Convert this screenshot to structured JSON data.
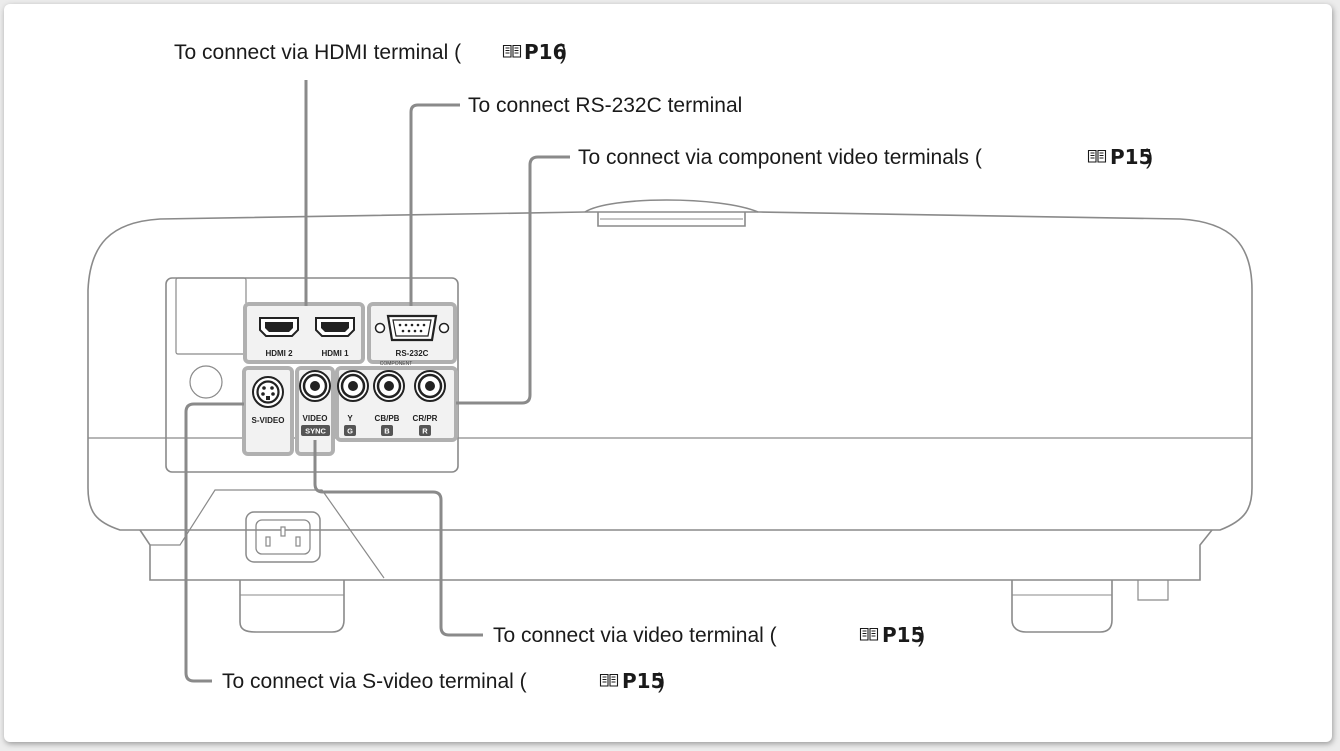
{
  "callouts": {
    "hdmi": {
      "text": "To connect via HDMI terminal (",
      "ref": "P16",
      "close": ")"
    },
    "rs232c": {
      "text": "To connect RS-232C terminal"
    },
    "component": {
      "text": "To connect via component video terminals (",
      "ref": "P15",
      "close": ")"
    },
    "video": {
      "text": "To connect via video terminal (",
      "ref": "P15",
      "close": ")"
    },
    "svideo": {
      "text": "To connect via S-video terminal (",
      "ref": "P15",
      "close": ")"
    }
  },
  "ports": {
    "hdmi2": "HDMI 2",
    "hdmi1": "HDMI 1",
    "rs232c": "RS-232C",
    "svideo": "S-VIDEO",
    "video": "VIDEO",
    "sync": "SYNC",
    "component_title": "COMPONENT",
    "y": "Y",
    "g": "G",
    "cb": "CB/PB",
    "b": "B",
    "cr": "CR/PR",
    "r": "R"
  },
  "icons": {
    "reference": "book-icon"
  },
  "colors": {
    "leader_line": "#8a8a8a",
    "port_frame": "#b0b0b0",
    "tag_fill": "#555555",
    "card_bg": "#ffffff",
    "page_bg": "#ececec"
  }
}
